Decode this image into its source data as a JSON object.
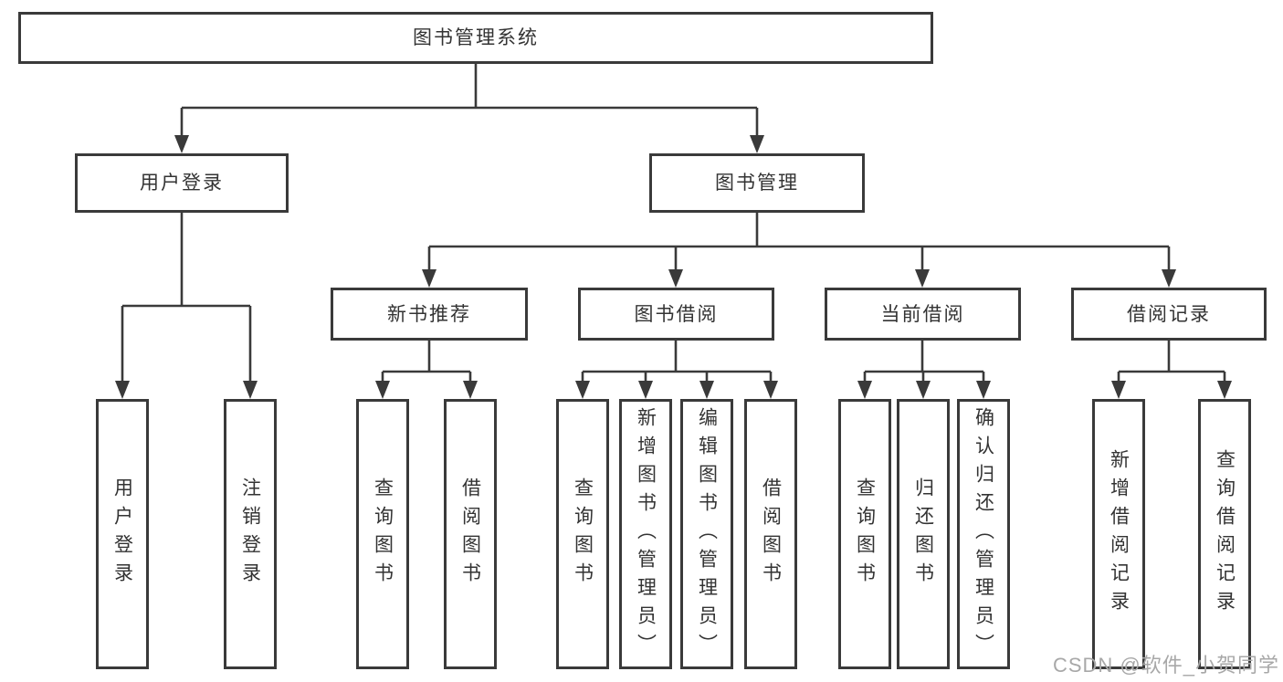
{
  "tree": {
    "root": "图书管理系统",
    "level2": [
      {
        "label": "用户登录",
        "children": [
          "用户登录",
          "注销登录"
        ]
      },
      {
        "label": "图书管理"
      }
    ],
    "level3": [
      {
        "label": "新书推荐",
        "children": [
          "查询图书",
          "借阅图书"
        ]
      },
      {
        "label": "图书借阅",
        "children": [
          "查询图书",
          "新增图书（管理员）",
          "编辑图书（管理员）",
          "借阅图书"
        ]
      },
      {
        "label": "当前借阅",
        "children": [
          "查询图书",
          "归还图书",
          "确认归还（管理员）"
        ]
      },
      {
        "label": "借阅记录",
        "children": [
          "新增借阅记录",
          "查询借阅记录"
        ]
      }
    ]
  },
  "colors": {
    "line": "#3a3a3a",
    "text": "#333333",
    "watermark": "#a8a8a8"
  },
  "watermark": "CSDN @软件_小贺同学"
}
